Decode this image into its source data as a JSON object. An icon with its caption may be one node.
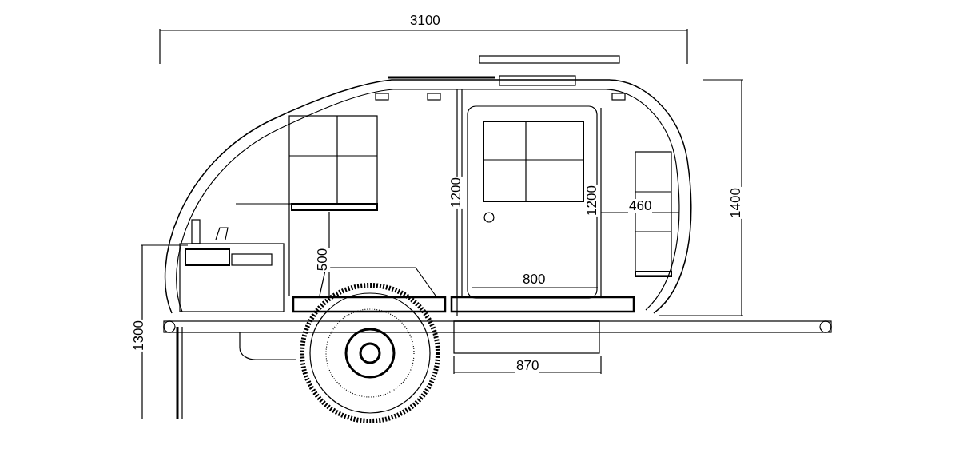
{
  "diagram": {
    "labels": [
      "3100",
      "1400",
      "1200",
      "1200",
      "460",
      "500",
      "800",
      "870",
      "1300"
    ]
  }
}
